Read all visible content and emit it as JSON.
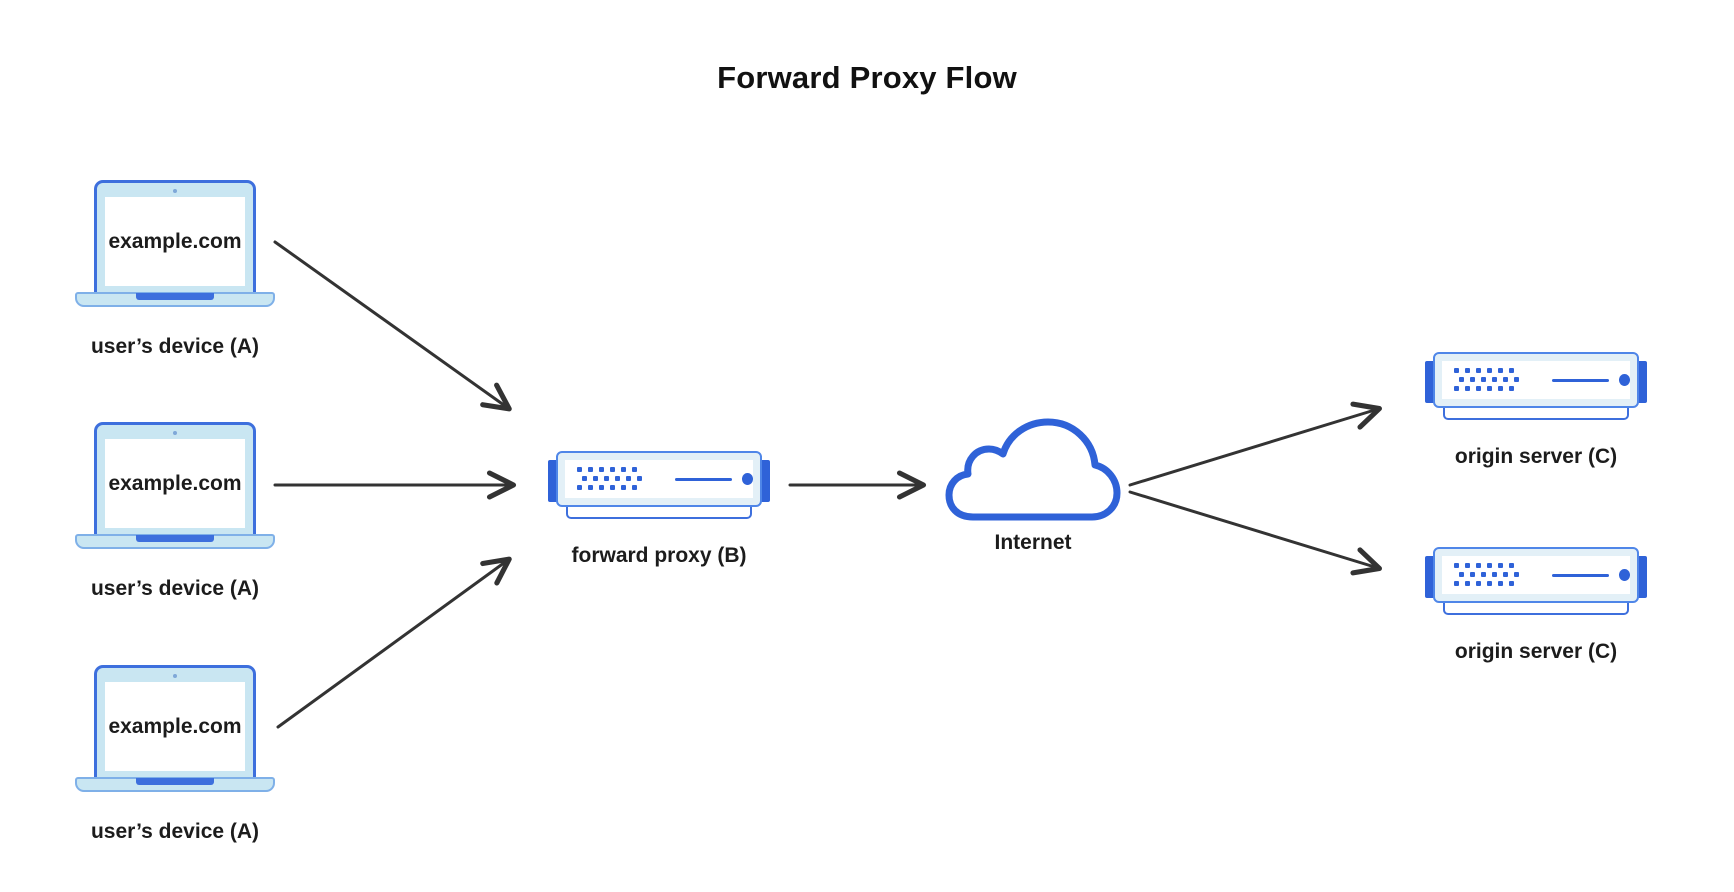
{
  "title": "Forward Proxy Flow",
  "colors": {
    "accent_blue": "#2f62d8",
    "laptop_border": "#3d6fdd",
    "laptop_bezel": "#c9e6f2",
    "server_body": "#e3f0f7",
    "arrow": "#333333",
    "text": "#1c1c1c",
    "background": "#ffffff"
  },
  "nodes": {
    "clients": [
      {
        "screen_text": "example.com",
        "label": "user’s device (A)"
      },
      {
        "screen_text": "example.com",
        "label": "user’s device (A)"
      },
      {
        "screen_text": "example.com",
        "label": "user’s device (A)"
      }
    ],
    "proxy": {
      "label": "forward proxy (B)"
    },
    "internet": {
      "label": "Internet"
    },
    "origins": [
      {
        "label": "origin server (C)"
      },
      {
        "label": "origin server (C)"
      }
    ]
  },
  "icons": {
    "laptop": "laptop-icon",
    "server": "server-icon",
    "cloud": "cloud-icon",
    "arrow": "arrow-right-icon"
  },
  "flows": [
    {
      "from": "user’s device (A)",
      "to": "forward proxy (B)"
    },
    {
      "from": "user’s device (A)",
      "to": "forward proxy (B)"
    },
    {
      "from": "user’s device (A)",
      "to": "forward proxy (B)"
    },
    {
      "from": "forward proxy (B)",
      "to": "Internet"
    },
    {
      "from": "Internet",
      "to": "origin server (C)"
    },
    {
      "from": "Internet",
      "to": "origin server (C)"
    }
  ]
}
